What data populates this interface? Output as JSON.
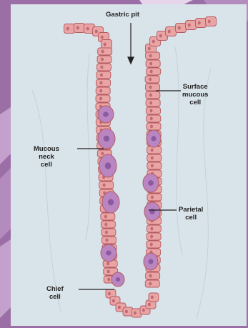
{
  "diagram": {
    "labels": {
      "gastric_pit": "Gastric pit",
      "surface_mucous_cell": "Surface\nmucous\ncell",
      "mucous_neck_cell": "Mucous\nneck\ncell",
      "parietal_cell": "Parietal\ncell",
      "chief_cell": "Chief\ncell"
    }
  },
  "colors": {
    "slide_background": "#9b6fa6",
    "panel_background": "#d9e3ea",
    "epithelial_cell": "#e9a4a4",
    "cell_border": "#b55a60",
    "nucleus": "#c06a74",
    "large_cell": "#b986c2",
    "large_cell_nucleus": "#8c5aa0"
  }
}
